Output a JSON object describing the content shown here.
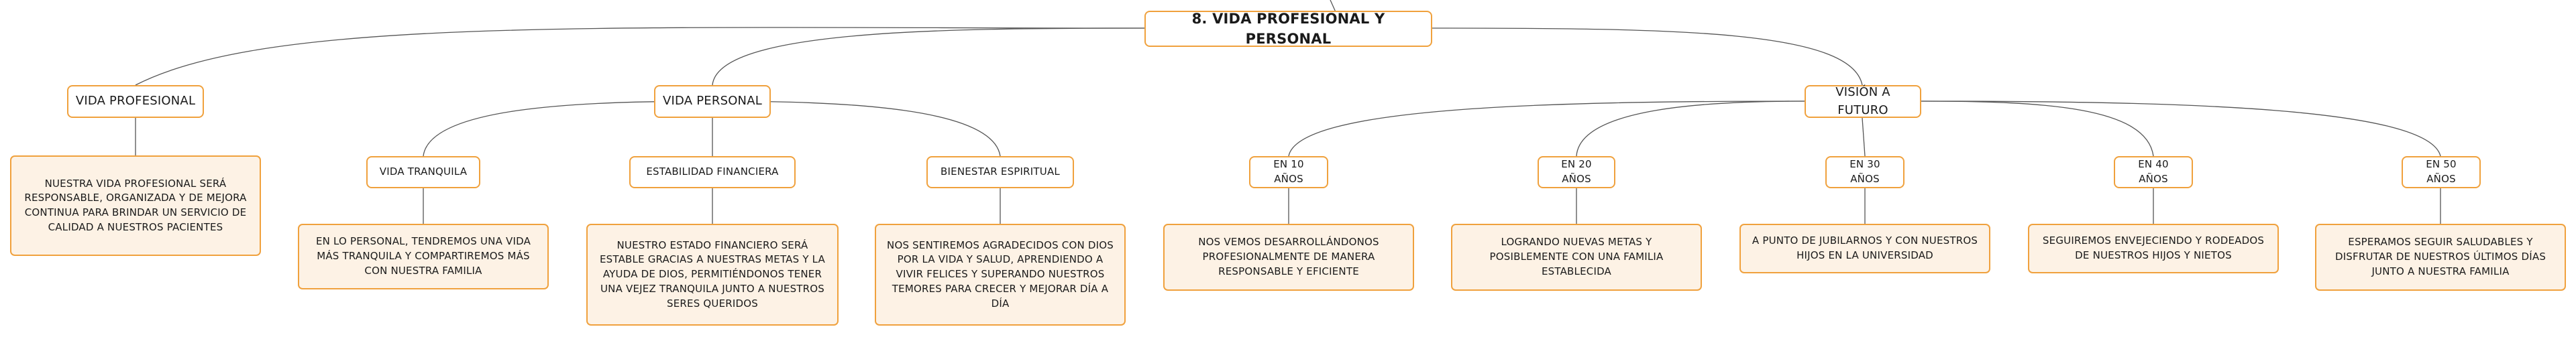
{
  "root": "8. VIDA PROFESIONAL Y PERSONAL",
  "profesional": {
    "label": "VIDA PROFESIONAL",
    "text": "NUESTRA VIDA PROFESIONAL SERÁ RESPONSABLE, ORGANIZADA Y DE MEJORA CONTINUA PARA BRINDAR UN SERVICIO DE CALIDAD A NUESTROS PACIENTES"
  },
  "personal": {
    "label": "VIDA PERSONAL",
    "children": [
      {
        "label": "VIDA TRANQUILA",
        "text": "EN LO PERSONAL, TENDREMOS UNA VIDA MÁS TRANQUILA Y COMPARTIREMOS MÁS CON NUESTRA FAMILIA"
      },
      {
        "label": "ESTABILIDAD FINANCIERA",
        "text": "NUESTRO ESTADO FINANCIERO SERÁ ESTABLE GRACIAS A NUESTRAS METAS Y LA AYUDA DE DIOS, PERMITIÉNDONOS TENER UNA VEJEZ TRANQUILA JUNTO A NUESTROS SERES QUERIDOS"
      },
      {
        "label": "BIENESTAR ESPIRITUAL",
        "text": "NOS SENTIREMOS AGRADECIDOS CON DIOS POR LA VIDA Y SALUD, APRENDIENDO A VIVIR FELICES Y SUPERANDO NUESTROS TEMORES PARA CRECER Y MEJORAR DÍA A DÍA"
      }
    ]
  },
  "futuro": {
    "label": "VISIÓN A FUTURO",
    "children": [
      {
        "label": "EN 10 AÑOS",
        "text": "NOS VEMOS DESARROLLÁNDONOS PROFESIONALMENTE DE MANERA RESPONSABLE Y EFICIENTE"
      },
      {
        "label": "EN 20 AÑOS",
        "text": "LOGRANDO NUEVAS METAS Y POSIBLEMENTE CON UNA FAMILIA ESTABLECIDA"
      },
      {
        "label": "EN 30 AÑOS",
        "text": "A PUNTO DE JUBILARNOS Y CON NUESTROS HIJOS EN LA UNIVERSIDAD"
      },
      {
        "label": "EN 40 AÑOS",
        "text": "SEGUIREMOS ENVEJECIENDO Y RODEADOS DE NUESTROS HIJOS Y NIETOS"
      },
      {
        "label": "EN 50 AÑOS",
        "text": "ESPERAMOS SEGUIR SALUDABLES Y DISFRUTAR DE NUESTROS ÚLTIMOS DÍAS JUNTO A NUESTRA FAMILIA"
      }
    ]
  },
  "colors": {
    "border": "#f0a13d",
    "fill": "#fdf2e5",
    "line": "#555555"
  }
}
